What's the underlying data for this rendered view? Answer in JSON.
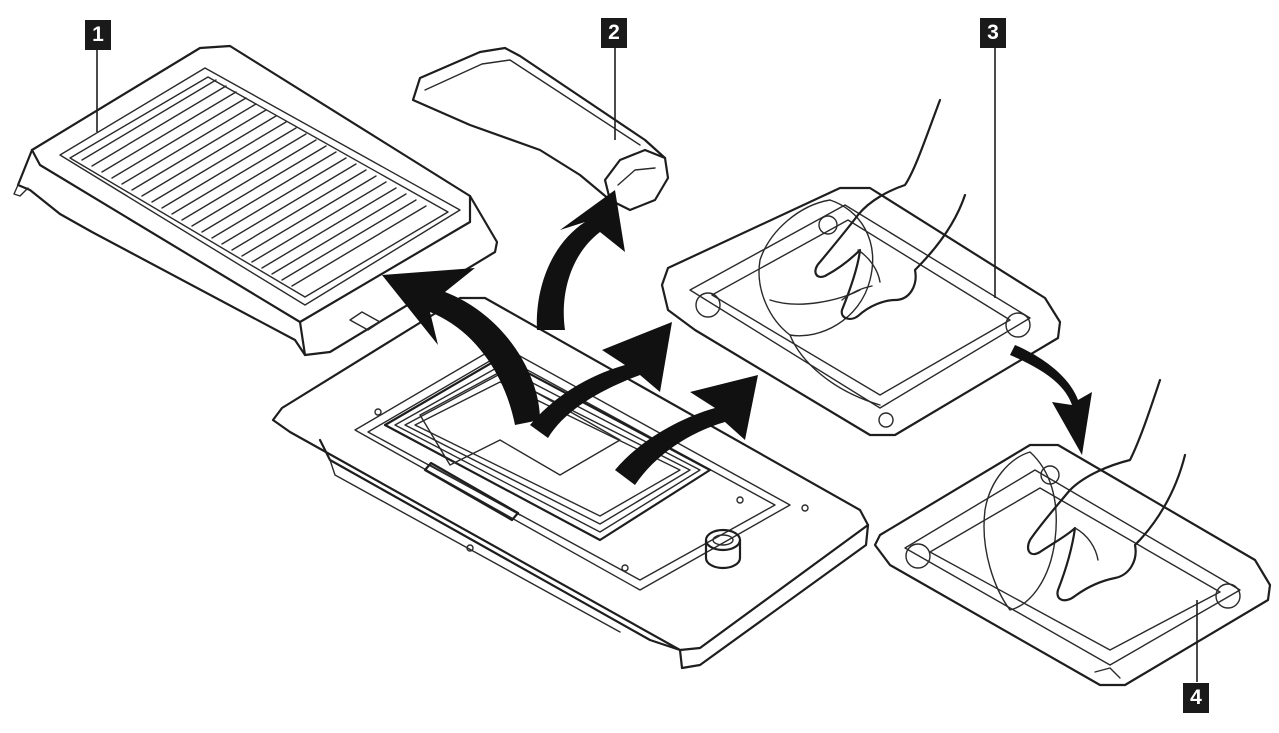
{
  "callouts": {
    "c1": "1",
    "c2": "2",
    "c3": "3",
    "c4": "4"
  },
  "colors": {
    "line": "#1e1e1e",
    "arrow": "#111111",
    "callout_bg": "#1a1a1a",
    "callout_text": "#ffffff",
    "background": "#ffffff"
  },
  "parts": [
    "grill-plate",
    "splash-guard",
    "drip-tray-with-foil",
    "drip-tray-base",
    "hob-with-heating-element",
    "control-knob"
  ]
}
